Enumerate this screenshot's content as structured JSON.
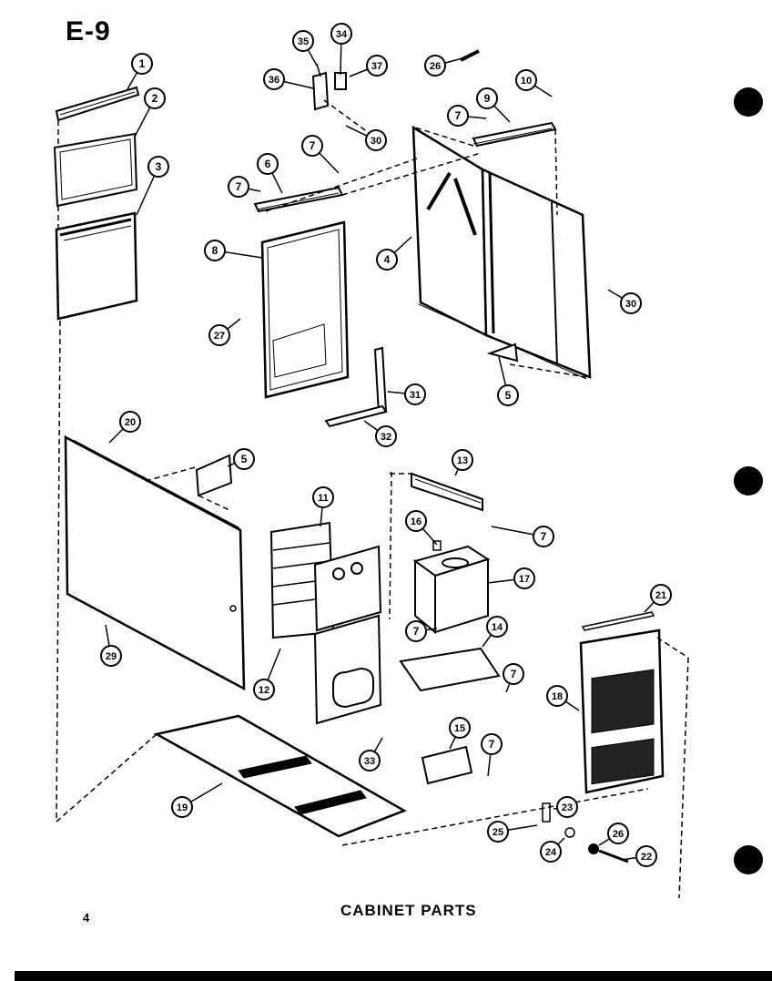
{
  "page_tag": "E-9",
  "caption": "CABINET PARTS",
  "page_number": "4",
  "callouts": [
    {
      "label": "1"
    },
    {
      "label": "2"
    },
    {
      "label": "3"
    },
    {
      "label": "4"
    },
    {
      "label": "5"
    },
    {
      "label": "5"
    },
    {
      "label": "6"
    },
    {
      "label": "7"
    },
    {
      "label": "7"
    },
    {
      "label": "7"
    },
    {
      "label": "7"
    },
    {
      "label": "7"
    },
    {
      "label": "7"
    },
    {
      "label": "7"
    },
    {
      "label": "8"
    },
    {
      "label": "9"
    },
    {
      "label": "10"
    },
    {
      "label": "11"
    },
    {
      "label": "12"
    },
    {
      "label": "13"
    },
    {
      "label": "14"
    },
    {
      "label": "15"
    },
    {
      "label": "16"
    },
    {
      "label": "17"
    },
    {
      "label": "18"
    },
    {
      "label": "19"
    },
    {
      "label": "20"
    },
    {
      "label": "21"
    },
    {
      "label": "22"
    },
    {
      "label": "23"
    },
    {
      "label": "24"
    },
    {
      "label": "25"
    },
    {
      "label": "26"
    },
    {
      "label": "26"
    },
    {
      "label": "27"
    },
    {
      "label": "29"
    },
    {
      "label": "30"
    },
    {
      "label": "30"
    },
    {
      "label": "31"
    },
    {
      "label": "32"
    },
    {
      "label": "33"
    },
    {
      "label": "34"
    },
    {
      "label": "35"
    },
    {
      "label": "36"
    },
    {
      "label": "37"
    }
  ]
}
